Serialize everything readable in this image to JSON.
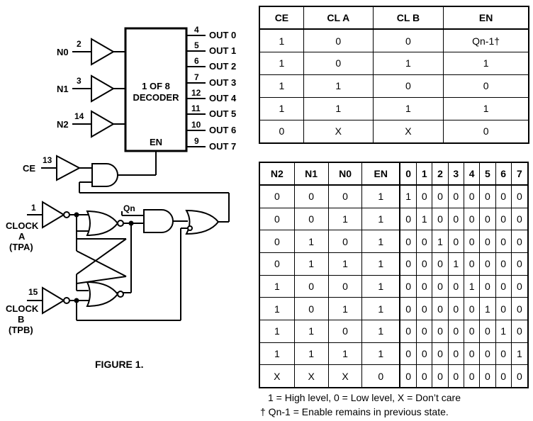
{
  "circuit": {
    "decoder_label_1": "1 OF 8",
    "decoder_label_2": "DECODER",
    "decoder_en": "EN",
    "inputs": [
      {
        "label": "N0",
        "pin": "2"
      },
      {
        "label": "N1",
        "pin": "3"
      },
      {
        "label": "N2",
        "pin": "14"
      }
    ],
    "outputs": [
      {
        "pin": "4",
        "label": "OUT 0"
      },
      {
        "pin": "5",
        "label": "OUT 1"
      },
      {
        "pin": "6",
        "label": "OUT 2"
      },
      {
        "pin": "7",
        "label": "OUT 3"
      },
      {
        "pin": "12",
        "label": "OUT 4"
      },
      {
        "pin": "11",
        "label": "OUT 5"
      },
      {
        "pin": "10",
        "label": "OUT 6"
      },
      {
        "pin": "9",
        "label": "OUT 7"
      }
    ],
    "ce": {
      "label": "CE",
      "pin": "13"
    },
    "clock_a": {
      "pin": "1",
      "line1": "CLOCK",
      "line2": "A",
      "line3": "(TPA)"
    },
    "clock_b": {
      "pin": "15",
      "line1": "CLOCK",
      "line2": "B",
      "line3": "(TPB)"
    },
    "qn_label": "Qn"
  },
  "figure_caption": "FIGURE 1.",
  "table1": {
    "headers": [
      "CE",
      "CL A",
      "CL B",
      "EN"
    ],
    "rows": [
      [
        "1",
        "0",
        "0",
        "Qn-1†"
      ],
      [
        "1",
        "0",
        "1",
        "1"
      ],
      [
        "1",
        "1",
        "0",
        "0"
      ],
      [
        "1",
        "1",
        "1",
        "1"
      ],
      [
        "0",
        "X",
        "X",
        "0"
      ]
    ]
  },
  "table2": {
    "headers": [
      "N2",
      "N1",
      "N0",
      "EN",
      "0",
      "1",
      "2",
      "3",
      "4",
      "5",
      "6",
      "7"
    ],
    "rows": [
      [
        "0",
        "0",
        "0",
        "1",
        "1",
        "0",
        "0",
        "0",
        "0",
        "0",
        "0",
        "0"
      ],
      [
        "0",
        "0",
        "1",
        "1",
        "0",
        "1",
        "0",
        "0",
        "0",
        "0",
        "0",
        "0"
      ],
      [
        "0",
        "1",
        "0",
        "1",
        "0",
        "0",
        "1",
        "0",
        "0",
        "0",
        "0",
        "0"
      ],
      [
        "0",
        "1",
        "1",
        "1",
        "0",
        "0",
        "0",
        "1",
        "0",
        "0",
        "0",
        "0"
      ],
      [
        "1",
        "0",
        "0",
        "1",
        "0",
        "0",
        "0",
        "0",
        "1",
        "0",
        "0",
        "0"
      ],
      [
        "1",
        "0",
        "1",
        "1",
        "0",
        "0",
        "0",
        "0",
        "0",
        "1",
        "0",
        "0"
      ],
      [
        "1",
        "1",
        "0",
        "1",
        "0",
        "0",
        "0",
        "0",
        "0",
        "0",
        "1",
        "0"
      ],
      [
        "1",
        "1",
        "1",
        "1",
        "0",
        "0",
        "0",
        "0",
        "0",
        "0",
        "0",
        "1"
      ],
      [
        "X",
        "X",
        "X",
        "0",
        "0",
        "0",
        "0",
        "0",
        "0",
        "0",
        "0",
        "0"
      ]
    ]
  },
  "notes": {
    "legend": "1 = High level, 0 = Low level, X = Don’t care",
    "footnote": "† Qn-1 = Enable remains in previous state."
  }
}
